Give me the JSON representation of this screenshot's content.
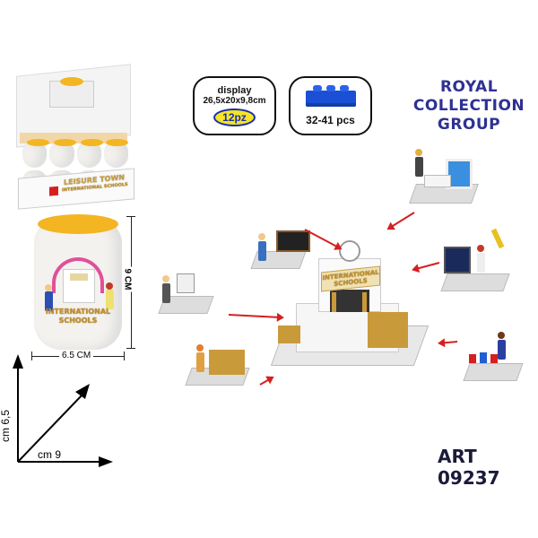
{
  "display_box": {
    "brand_line1": "LEISURE TOWN",
    "brand_line2": "INTERNATIONAL SCHOOLS"
  },
  "info_display": {
    "label": "display",
    "dimensions": "26,5x20x9,8cm",
    "count_badge": "12pz"
  },
  "info_pieces": {
    "icon": "blue-brick-icon",
    "pieces": "32-41 pcs"
  },
  "brand": {
    "line1": "ROYAL",
    "line2": "COLLECTION",
    "line3": "GROUP",
    "color": "#2e3192"
  },
  "can": {
    "title_line1": "INTERNATIONAL",
    "title_line2": "SCHOOLS",
    "height_label": "9 CM",
    "width_label": "6.5 CM"
  },
  "axes": {
    "vertical_label": "cm 6,5",
    "horizontal_label": "cm 9"
  },
  "scene": {
    "sign_line1": "INTERNATIONAL",
    "sign_line2": "SCHOOLS"
  },
  "article": "ART 09237",
  "colors": {
    "arrow": "#d62020",
    "lid": "#f3b521",
    "brick": "#1a4fd6"
  }
}
